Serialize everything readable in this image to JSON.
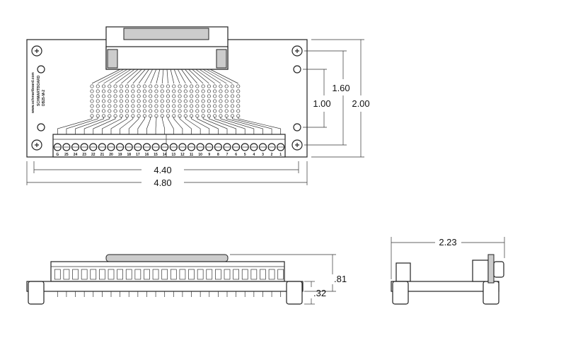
{
  "dimensions": {
    "top_width_inner": "4.40",
    "top_width_outer": "4.80",
    "height_outer": "2.00",
    "height_mount": "1.60",
    "height_inner": "1.00",
    "side_height": ".81",
    "foot_height": ".32",
    "depth": "2.23"
  },
  "terminal_labels": [
    "G",
    "25",
    "24",
    "23",
    "22",
    "21",
    "20",
    "19",
    "18",
    "17",
    "16",
    "15",
    "14",
    "13",
    "12",
    "11",
    "10",
    "9",
    "8",
    "7",
    "6",
    "5",
    "4",
    "3",
    "2",
    "1"
  ],
  "board_silkscreen": [
    "SCHMARTBOARD",
    "DB25-M-2",
    "www.schmartboard.com"
  ]
}
